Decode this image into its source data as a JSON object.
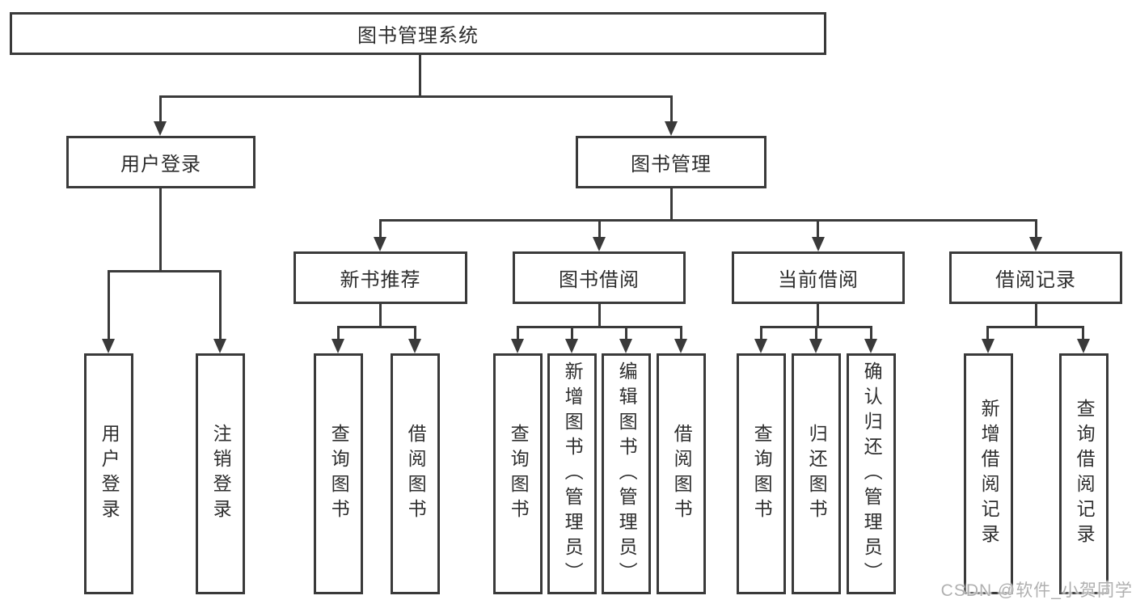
{
  "colors": {
    "line": "#3a3a3a",
    "text": "#2e2e2e",
    "background": "#ffffff",
    "watermark": "#b0b0b0"
  },
  "watermark": {
    "text": "CSDN @软件_小贺同学"
  },
  "tree": {
    "root": {
      "label": "图书管理系统"
    },
    "branches": [
      {
        "label": "用户登录",
        "children": [
          {
            "label": "用户登录"
          },
          {
            "label": "注销登录"
          }
        ]
      },
      {
        "label": "图书管理",
        "children": [
          {
            "label": "新书推荐",
            "children": [
              {
                "label": "查询图书"
              },
              {
                "label": "借阅图书"
              }
            ]
          },
          {
            "label": "图书借阅",
            "children": [
              {
                "label": "查询图书"
              },
              {
                "label": "新增图书（管理员）"
              },
              {
                "label": "编辑图书（管理员）"
              },
              {
                "label": "借阅图书"
              }
            ]
          },
          {
            "label": "当前借阅",
            "children": [
              {
                "label": "查询图书"
              },
              {
                "label": "归还图书"
              },
              {
                "label": "确认归还（管理员）"
              }
            ]
          },
          {
            "label": "借阅记录",
            "children": [
              {
                "label": "新增借阅记录"
              },
              {
                "label": "查询借阅记录"
              }
            ]
          }
        ]
      }
    ]
  }
}
